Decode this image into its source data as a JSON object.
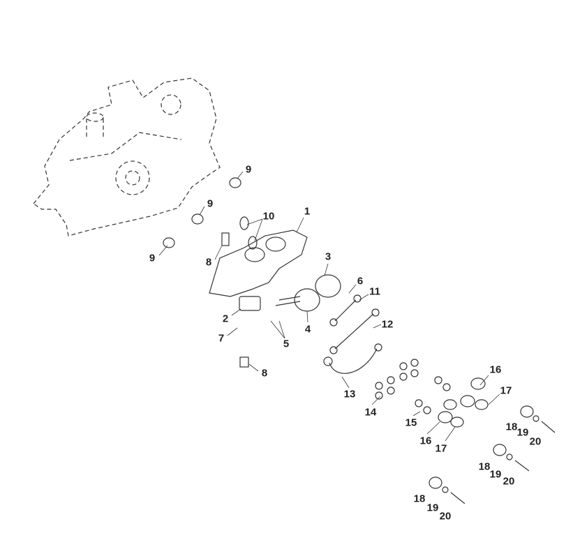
{
  "diagram": {
    "callouts": [
      "9",
      "9",
      "9",
      "10",
      "1",
      "8",
      "8",
      "3",
      "6",
      "11",
      "2",
      "12",
      "7",
      "5",
      "4",
      "13",
      "14",
      "15",
      "16",
      "16",
      "17",
      "17",
      "18",
      "19",
      "20",
      "18",
      "19",
      "20",
      "18",
      "19",
      "20"
    ]
  },
  "colors": {
    "line": "#333333",
    "text": "#222222"
  }
}
